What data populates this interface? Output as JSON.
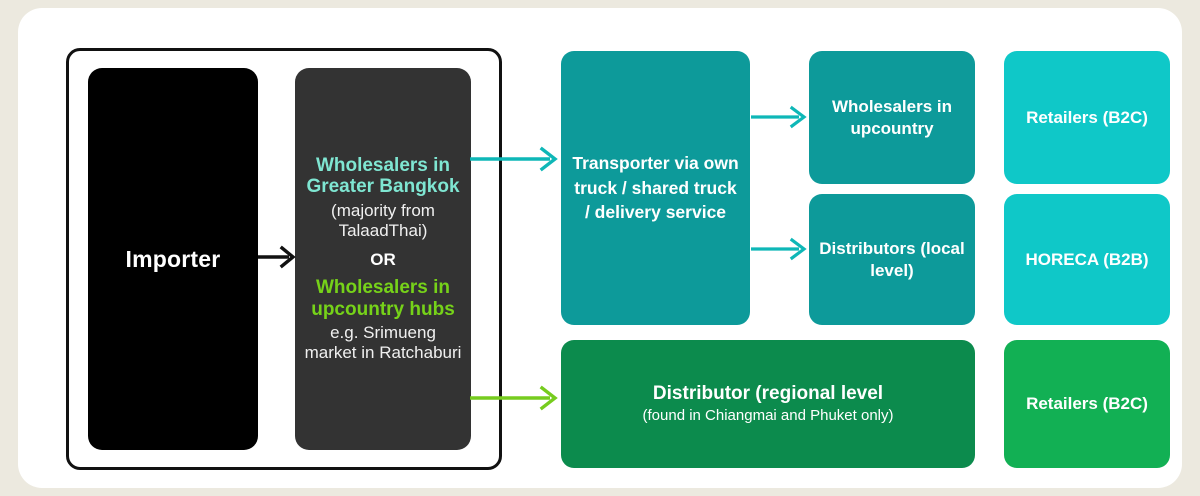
{
  "colors": {
    "page_background": "#ece9df",
    "card_background": "#ffffff",
    "importer_box": "#000000",
    "wholesaler_box": "#333333",
    "mint_text": "#7fe6d2",
    "lime_text": "#76d219",
    "teal_dark": "#0d9a9a",
    "teal_light": "#0fc8c8",
    "green_dark": "#0c8b4d",
    "green_bright": "#12b054",
    "arrow_black": "#111111",
    "arrow_teal": "#0eb7b7",
    "arrow_green": "#76cc1e"
  },
  "diagram": {
    "origin_group": {
      "importer": {
        "label": "Importer"
      },
      "wholesaler_options": {
        "option_a_heading": "Wholesalers in Greater Bangkok",
        "option_a_note": "(majority from TalaadThai)",
        "separator": "OR",
        "option_b_heading": "Wholesalers in upcountry hubs",
        "option_b_note": "e.g. Srimueng market in Ratchaburi"
      }
    },
    "transporter": {
      "label": "Transporter via own truck / shared truck / delivery service"
    },
    "middle_column": [
      {
        "label": "Wholesalers in upcountry"
      },
      {
        "label": "Distributors (local level)"
      }
    ],
    "right_column": [
      {
        "label": "Retailers (B2C)"
      },
      {
        "label": "HORECA (B2B)"
      }
    ],
    "bottom_row": {
      "distributor": {
        "title": "Distributor (regional level",
        "note": "(found in Chiangmai and Phuket only)"
      },
      "retailer": {
        "label": "Retailers (B2C)"
      }
    },
    "arrows": [
      {
        "name": "importer-to-wholesalers",
        "color": "#111111"
      },
      {
        "name": "wholesalers-to-transporter",
        "color": "#0eb7b7"
      },
      {
        "name": "wholesalers-to-distributor-regional",
        "color": "#76cc1e"
      },
      {
        "name": "transporter-to-wholesalers-upcountry",
        "color": "#0eb7b7"
      },
      {
        "name": "transporter-to-distributors-local",
        "color": "#0eb7b7"
      }
    ]
  }
}
